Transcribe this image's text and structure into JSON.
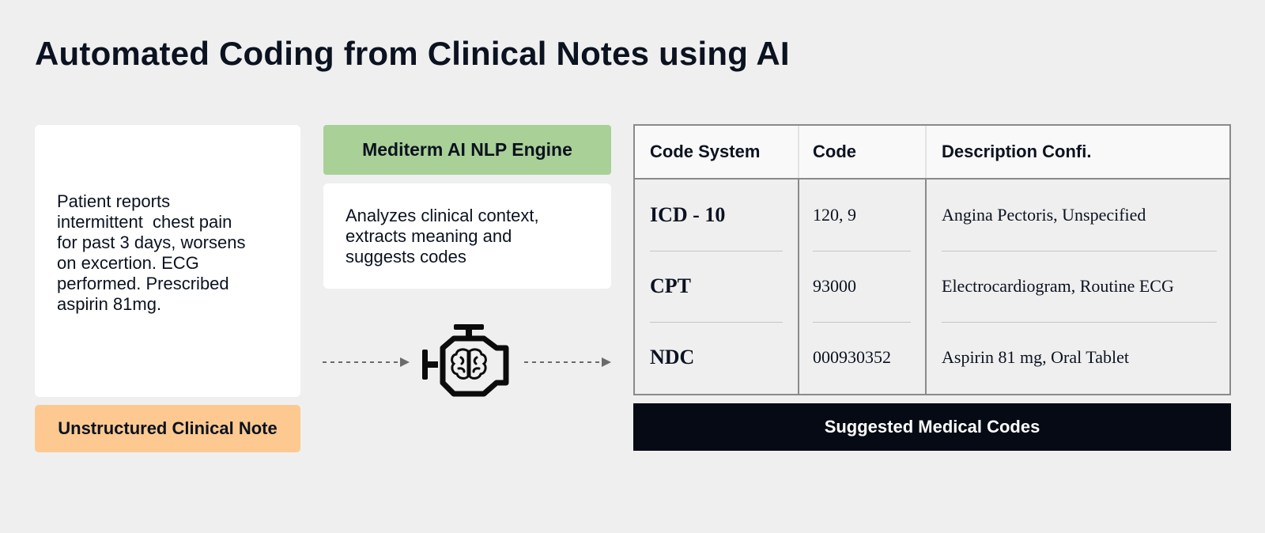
{
  "title": "Automated Coding from Clinical Notes using AI",
  "note": {
    "text": "Patient reports\nintermittent  chest pain\nfor past 3 days, worsens\non excertion. ECG\nperformed. Prescribed\naspirin 81mg.",
    "label": "Unstructured Clinical Note"
  },
  "engine": {
    "title": "Mediterm AI NLP Engine",
    "description": "Analyzes clinical context,\nextracts meaning and\nsuggests codes",
    "icon": "engine-brain-icon"
  },
  "table": {
    "headers": [
      "Code System",
      "Code",
      "Description Confi."
    ],
    "rows": [
      {
        "system": "ICD - 10",
        "code": "120, 9",
        "description": "Angina Pectoris, Unspecified"
      },
      {
        "system": "CPT",
        "code": "93000",
        "description": "Electrocardiogram, Routine ECG"
      },
      {
        "system": "NDC",
        "code": "000930352",
        "description": "Aspirin 81 mg, Oral Tablet"
      }
    ],
    "label": "Suggested Medical Codes"
  },
  "colors": {
    "background": "#efefef",
    "note_label": "#fdc990",
    "engine_header": "#a9d097",
    "codes_label": "#050a14",
    "text": "#0b1220"
  }
}
